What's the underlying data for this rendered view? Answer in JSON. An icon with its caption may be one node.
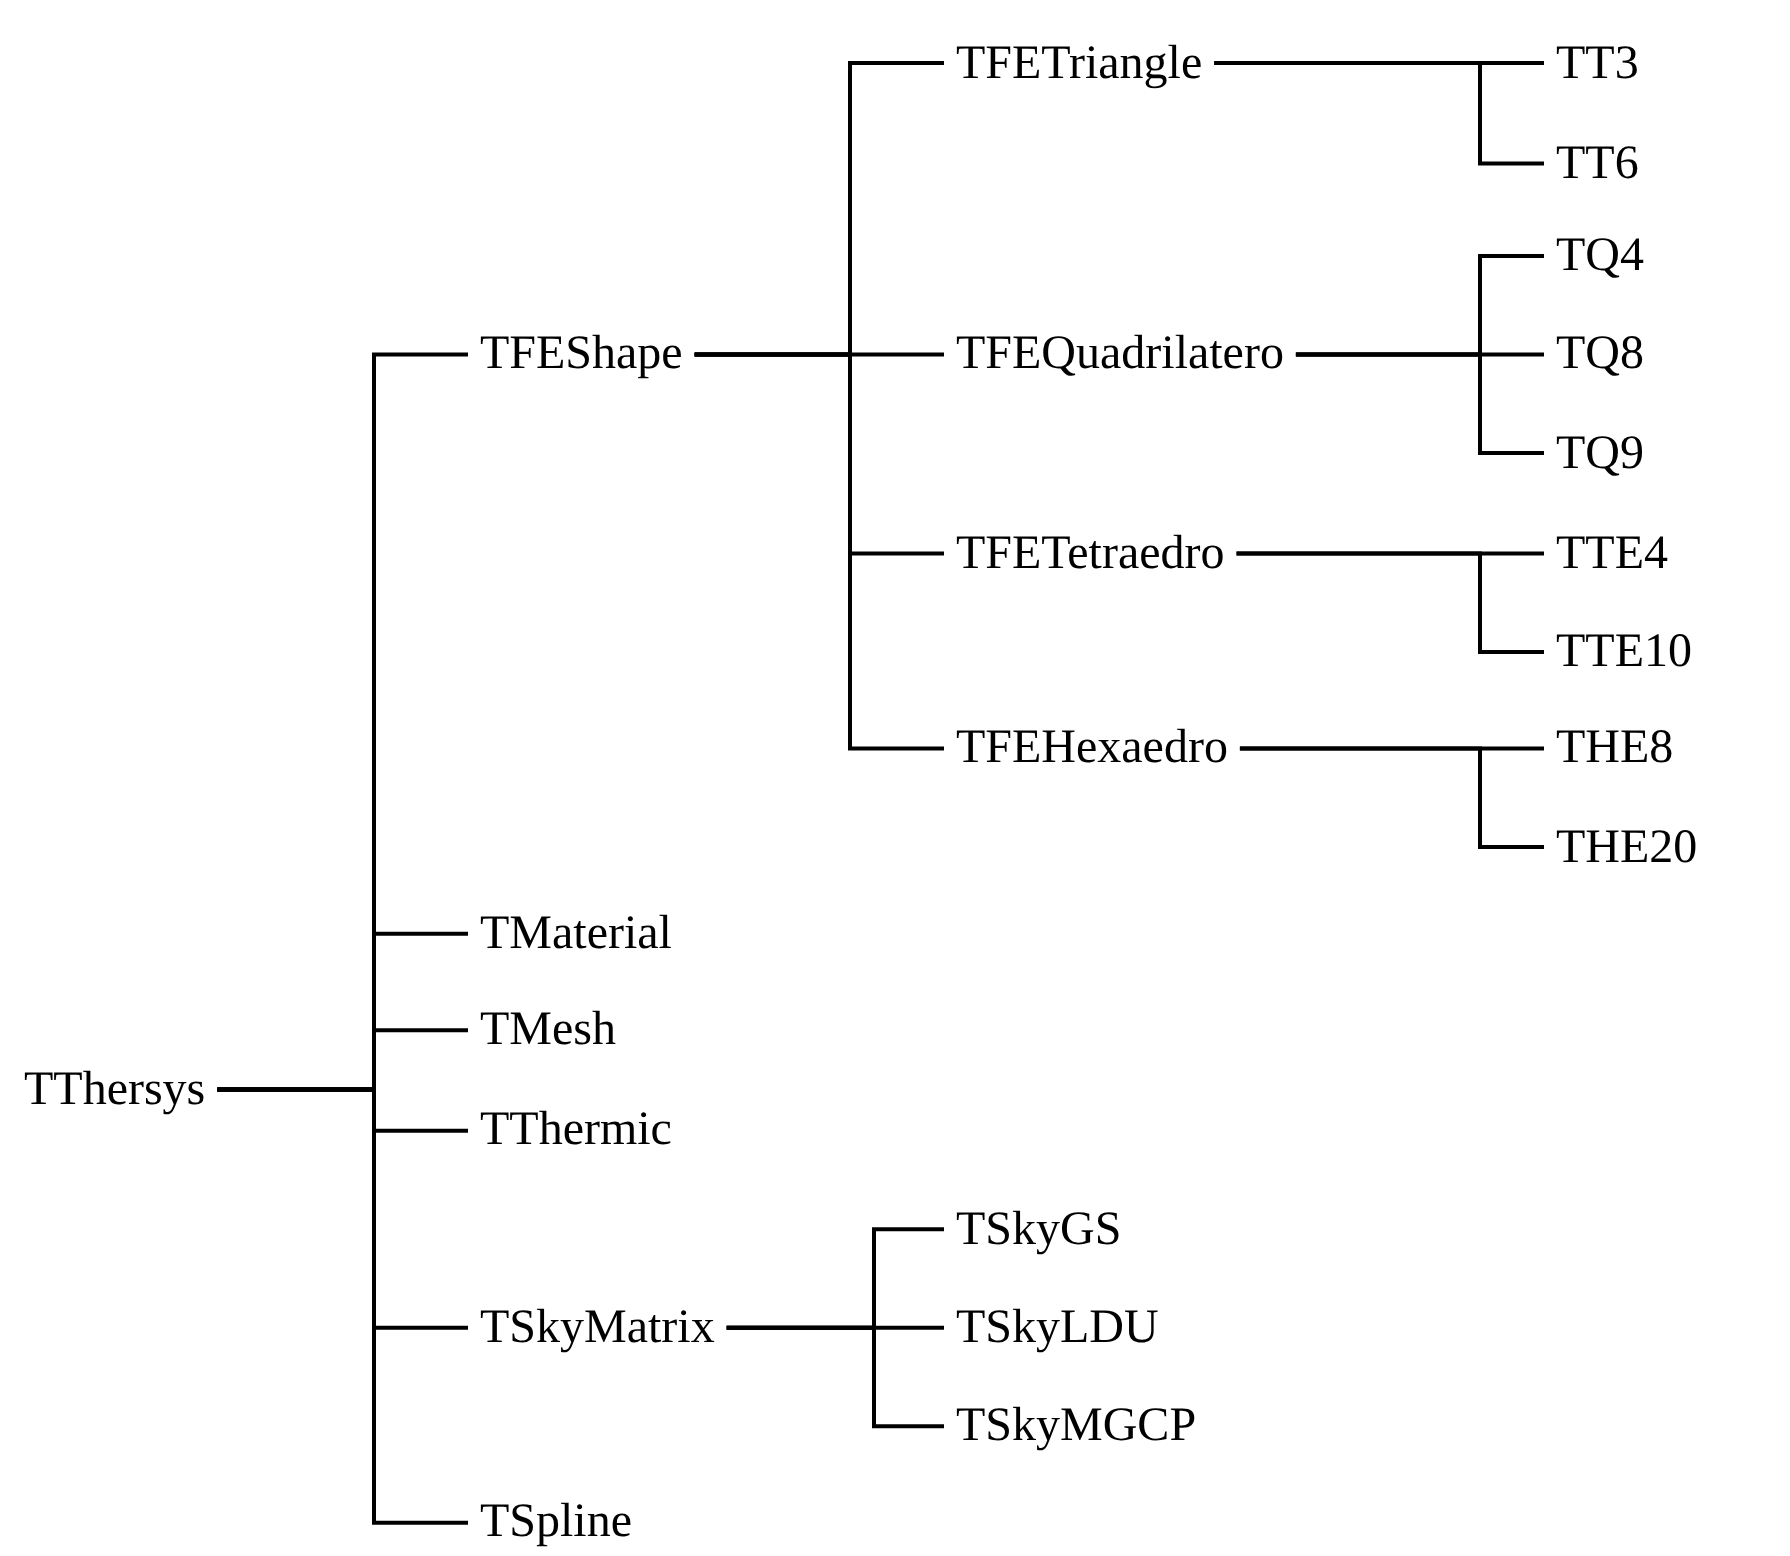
{
  "diagram": {
    "nodes": [
      {
        "text": [
          "TThersys"
        ]
      },
      {
        "text": [
          "TFEShape"
        ]
      },
      {
        "text": [
          "TFETriangle"
        ]
      },
      {
        "text": [
          "TT3"
        ]
      },
      {
        "text": [
          "TT6"
        ]
      },
      {
        "text": [
          "TFEQuadrilatero"
        ]
      },
      {
        "text": [
          "TQ4"
        ]
      },
      {
        "text": [
          "TQ8"
        ]
      },
      {
        "text": [
          "TQ9"
        ]
      },
      {
        "text": [
          "TFETetraedro"
        ]
      },
      {
        "text": [
          "TTE4"
        ]
      },
      {
        "text": [
          "TTE10"
        ]
      },
      {
        "text": [
          "TFEHexaedro"
        ]
      },
      {
        "text": [
          "THE8"
        ]
      },
      {
        "text": [
          "THE20"
        ]
      },
      {
        "text": [
          "TMaterial"
        ]
      },
      {
        "text": [
          "TMesh"
        ]
      },
      {
        "text": [
          "TThermic"
        ]
      },
      {
        "text": [
          "TSkyMatrix"
        ]
      },
      {
        "text": [
          "TSkyGS"
        ]
      },
      {
        "text": [
          "TSkyLDU"
        ]
      },
      {
        "text": [
          "TSkyMGCP"
        ]
      },
      {
        "text": [
          "TSpline"
        ]
      }
    ],
    "edges": [
      {
        "from": 0,
        "to": 1,
        "arrow": "none"
      },
      {
        "from": 1,
        "to": 2,
        "arrow": "none"
      },
      {
        "from": 2,
        "to": 3,
        "arrow": "none"
      },
      {
        "from": 2,
        "to": 4,
        "arrow": "none"
      },
      {
        "from": 1,
        "to": 5,
        "arrow": "none"
      },
      {
        "from": 5,
        "to": 6,
        "arrow": "none"
      },
      {
        "from": 5,
        "to": 7,
        "arrow": "none"
      },
      {
        "from": 5,
        "to": 8,
        "arrow": "none"
      },
      {
        "from": 1,
        "to": 9,
        "arrow": "none"
      },
      {
        "from": 9,
        "to": 10,
        "arrow": "none"
      },
      {
        "from": 9,
        "to": 11,
        "arrow": "none"
      },
      {
        "from": 1,
        "to": 12,
        "arrow": "none"
      },
      {
        "from": 12,
        "to": 13,
        "arrow": "none"
      },
      {
        "from": 12,
        "to": 14,
        "arrow": "none"
      },
      {
        "from": 0,
        "to": 15,
        "arrow": "none"
      },
      {
        "from": 0,
        "to": 16,
        "arrow": "none"
      },
      {
        "from": 0,
        "to": 17,
        "arrow": "none"
      },
      {
        "from": 0,
        "to": 18,
        "arrow": "none"
      },
      {
        "from": 18,
        "to": 19,
        "arrow": "none"
      },
      {
        "from": 18,
        "to": 20,
        "arrow": "none"
      },
      {
        "from": 18,
        "to": 21,
        "arrow": "none"
      },
      {
        "from": 0,
        "to": 22,
        "arrow": "none"
      }
    ]
  }
}
